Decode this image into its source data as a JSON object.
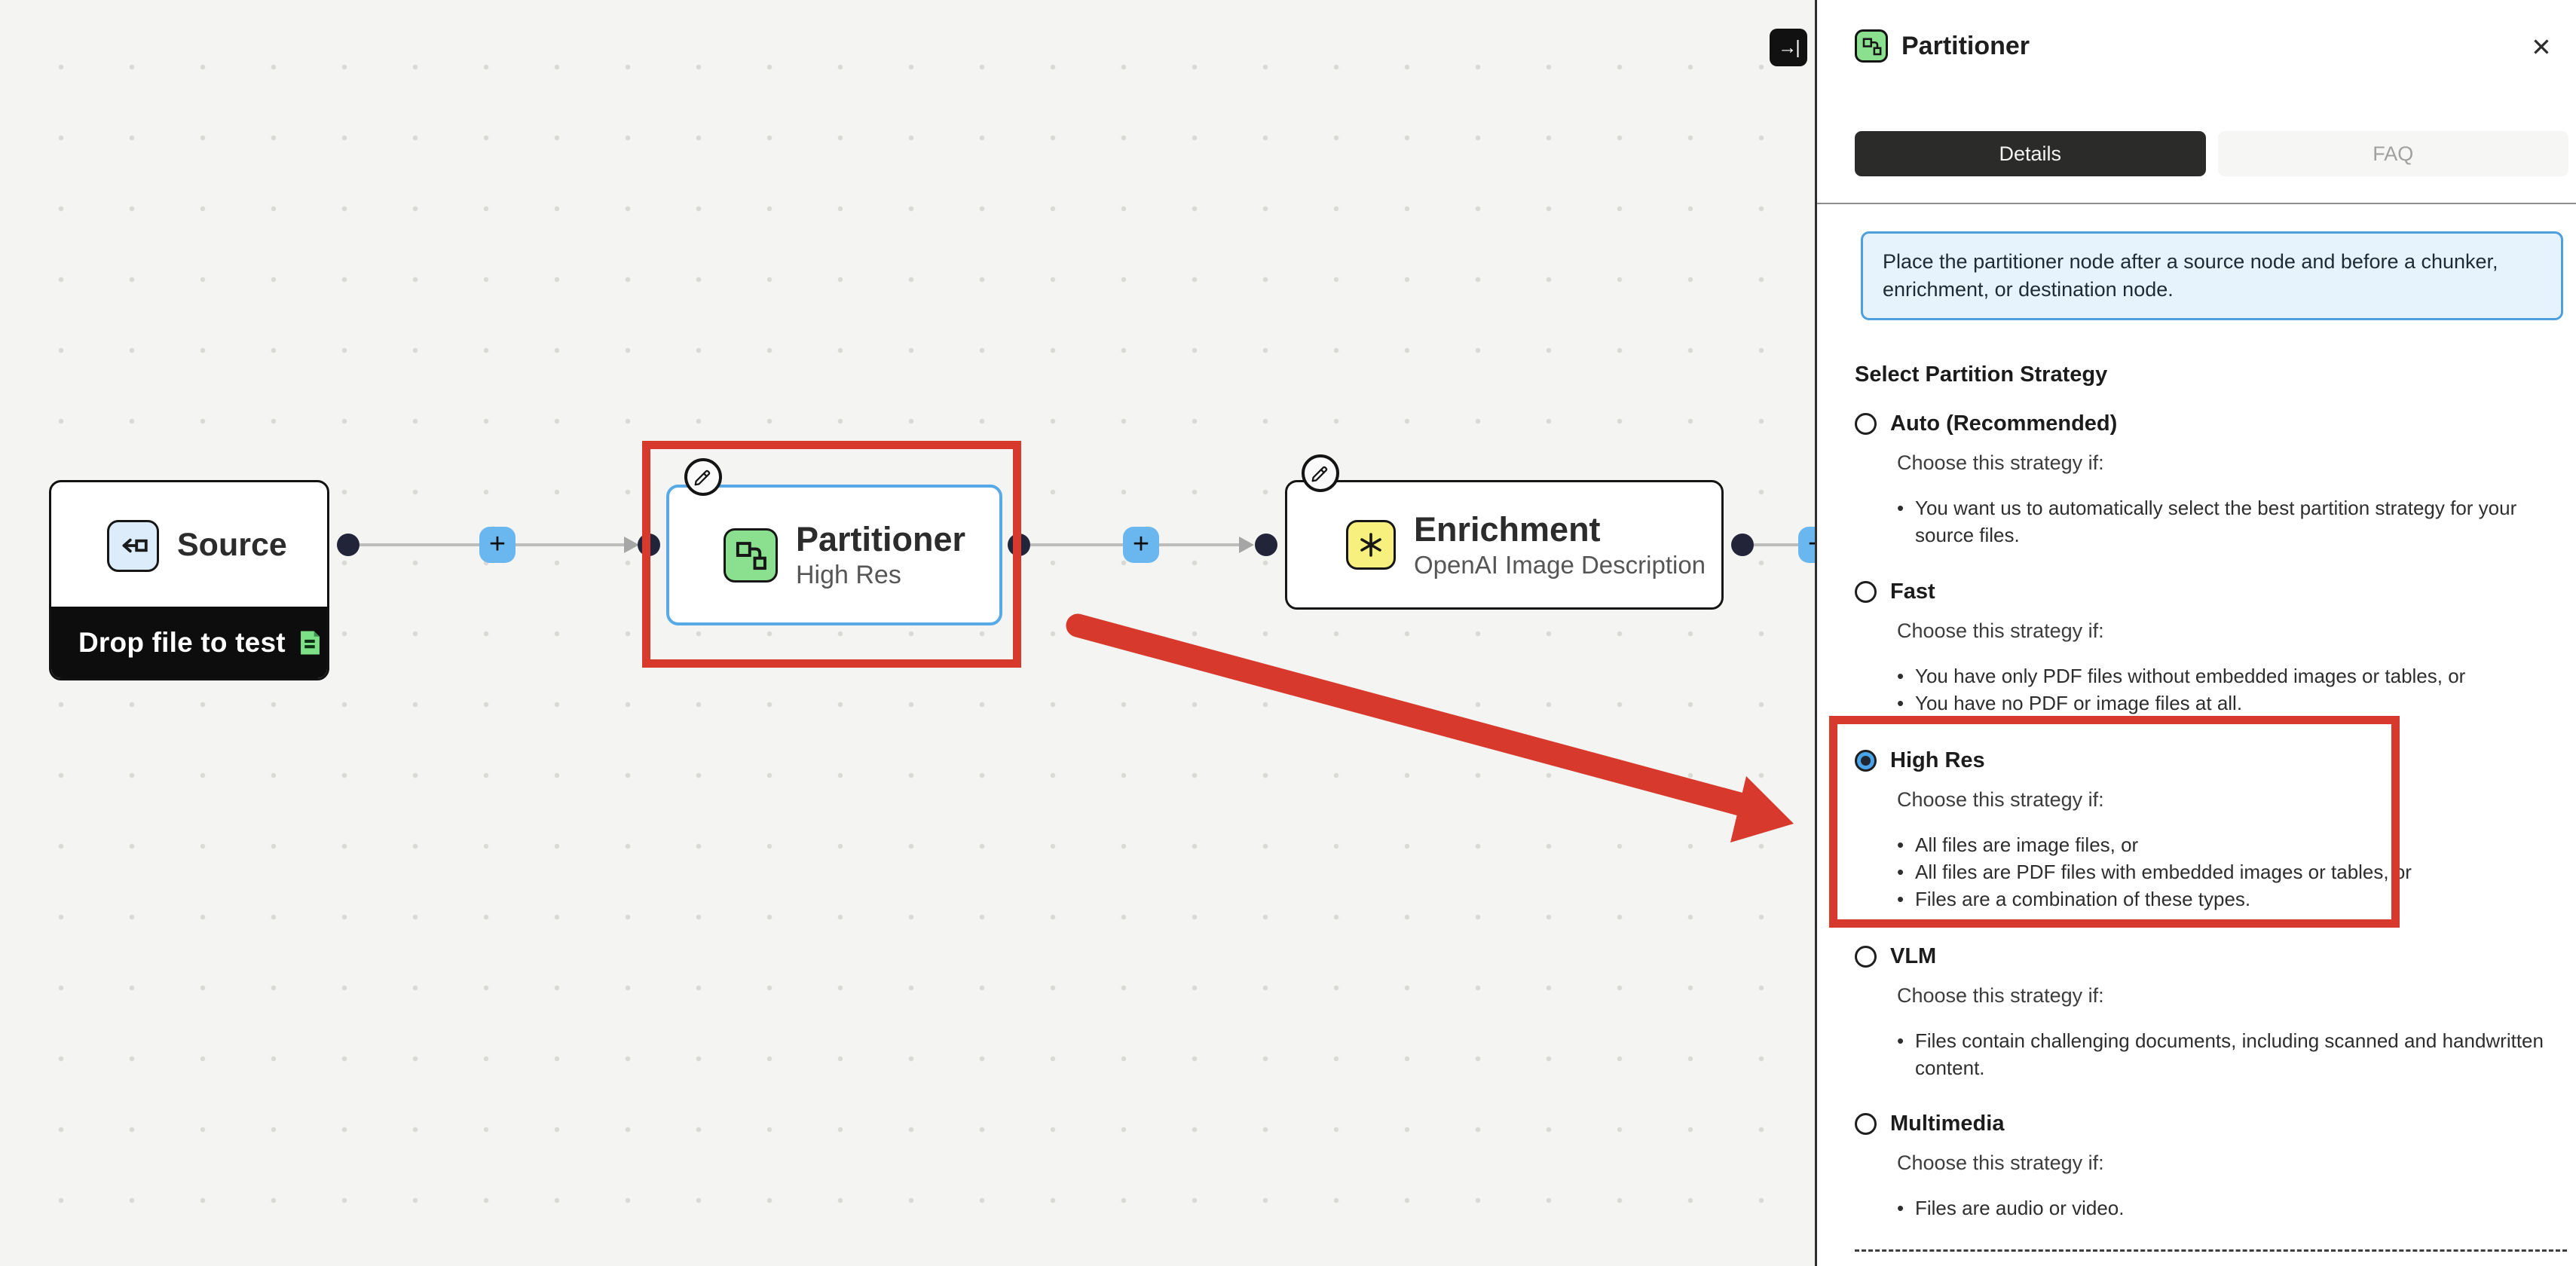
{
  "icons": {
    "close": "✕",
    "collapse": "→|",
    "plus": "+",
    "bullet": "•"
  },
  "panel": {
    "title": "Partitioner",
    "tabs": [
      {
        "label": "Details"
      },
      {
        "label": "FAQ"
      }
    ],
    "info_text": "Place the partitioner node after a source node and before a chunker, enrichment, or destination node.",
    "strategy_heading": "Select Partition Strategy",
    "choose_label": "Choose this strategy if:",
    "options": [
      {
        "label": "Auto (Recommended)",
        "selected": false,
        "bullets": [
          "You want us to automatically select the best partition strategy for your source files."
        ]
      },
      {
        "label": "Fast",
        "selected": false,
        "bullets": [
          "You have only PDF files without embedded images or tables, or",
          "You have no PDF or image files at all."
        ]
      },
      {
        "label": "High Res",
        "selected": true,
        "bullets": [
          "All files are image files, or",
          "All files are PDF files with embedded images or tables, or",
          "Files are a combination of these types."
        ]
      },
      {
        "label": "VLM",
        "selected": false,
        "bullets": [
          "Files contain challenging documents, including scanned and handwritten content."
        ]
      },
      {
        "label": "Multimedia",
        "selected": false,
        "bullets": [
          "Files are audio or video."
        ]
      }
    ]
  },
  "canvas": {
    "source": {
      "title": "Source",
      "drop_label": "Drop file to test"
    },
    "partitioner": {
      "title": "Partitioner",
      "subtitle": "High Res"
    },
    "enrichment": {
      "title": "Enrichment",
      "subtitle": "OpenAI Image Description"
    }
  },
  "colors": {
    "annotation_red": "#d7392c",
    "selection_blue": "#58aae7",
    "plus_blue": "#6ab6ef",
    "node_green": "#8be08f",
    "node_yellow": "#f7ef7e",
    "node_blue": "#dcecfb",
    "info_bg": "#e6f2fc",
    "info_border": "#4e9fdd"
  }
}
